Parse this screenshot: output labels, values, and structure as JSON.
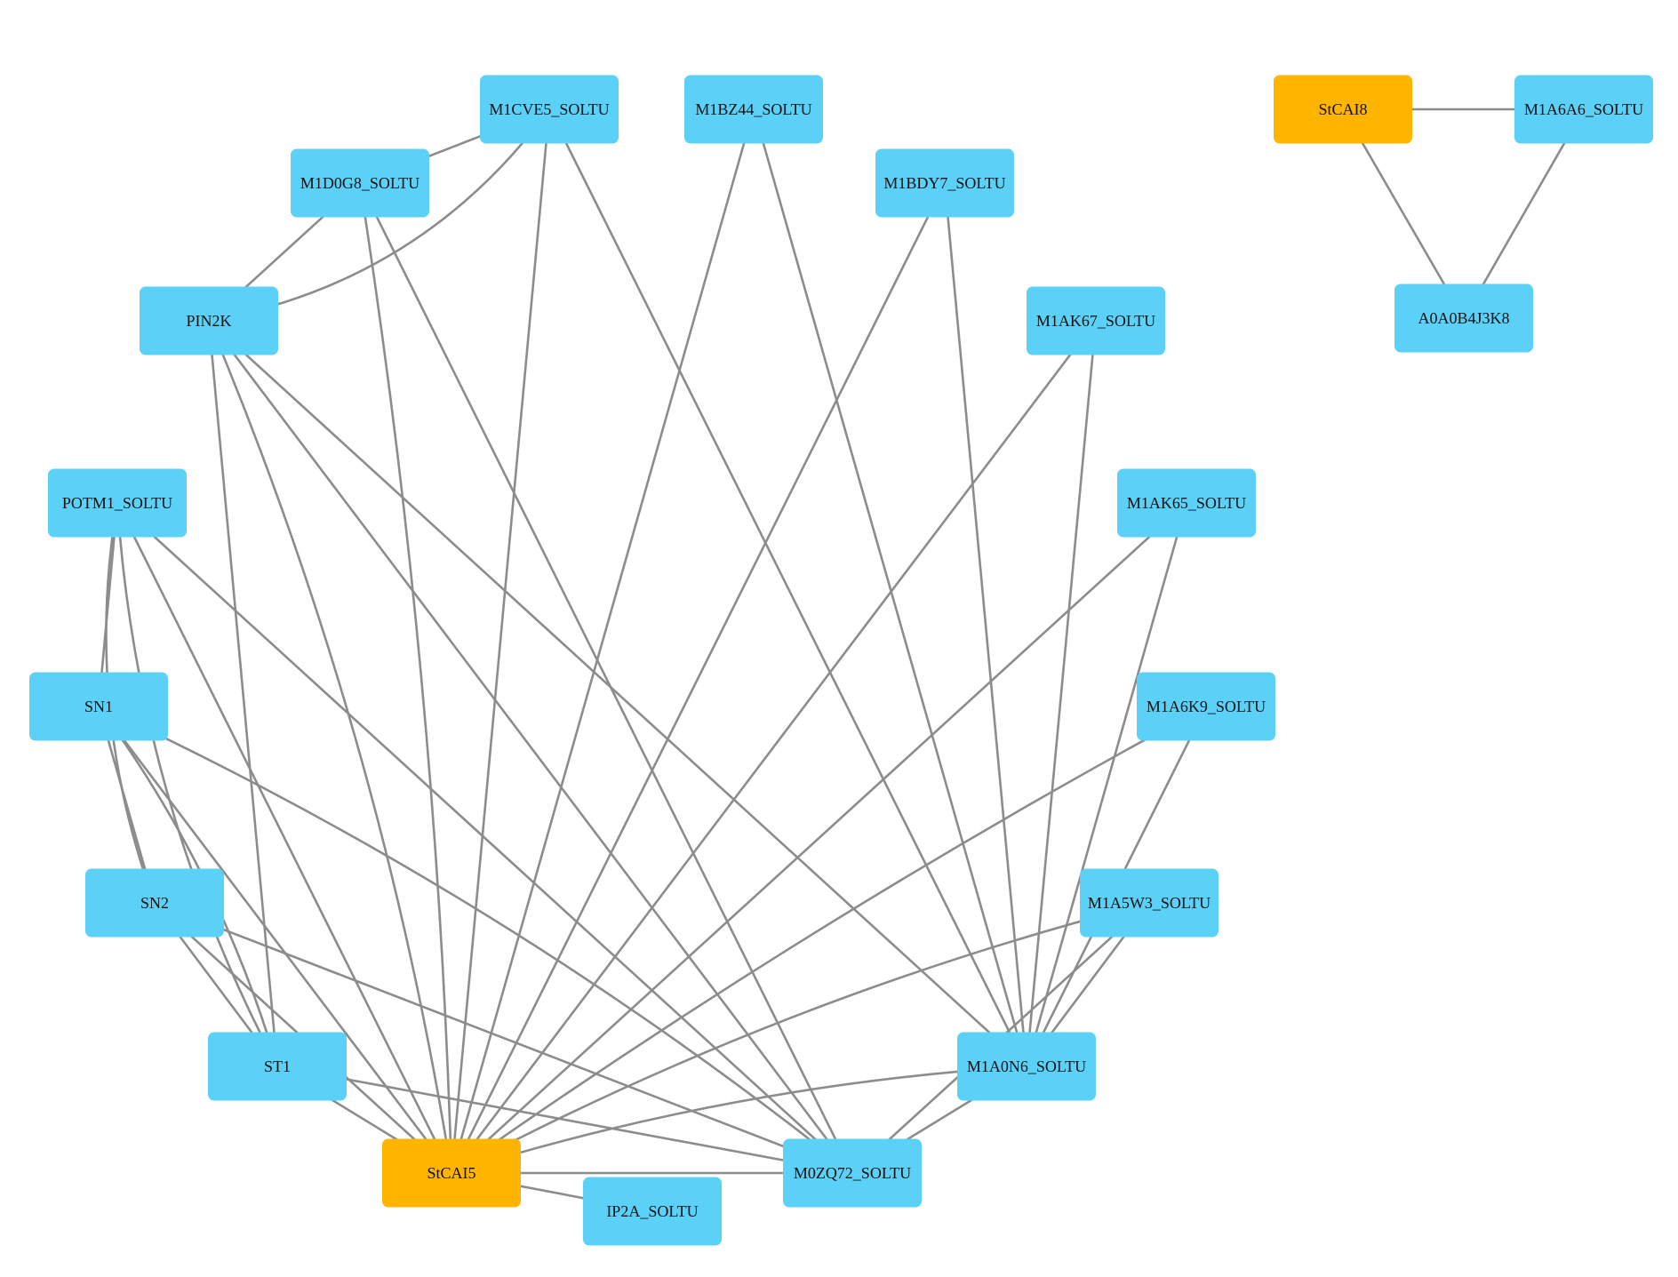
{
  "colors": {
    "hub": "#FFB400",
    "protein": "#5BD1F8",
    "edge": "#8C8C8C",
    "label": "#111111"
  },
  "nodes": [
    {
      "id": "stcai5",
      "label": "StCAI5",
      "kind": "hub"
    },
    {
      "id": "stcai8",
      "label": "StCAI8",
      "kind": "hub"
    },
    {
      "id": "m1cve5",
      "label": "M1CVE5_SOLTU",
      "kind": "protein"
    },
    {
      "id": "m1bz44",
      "label": "M1BZ44_SOLTU",
      "kind": "protein"
    },
    {
      "id": "m1d0g8",
      "label": "M1D0G8_SOLTU",
      "kind": "protein"
    },
    {
      "id": "m1bdy7",
      "label": "M1BDY7_SOLTU",
      "kind": "protein"
    },
    {
      "id": "pin2k",
      "label": "PIN2K",
      "kind": "protein"
    },
    {
      "id": "m1ak67",
      "label": "M1AK67_SOLTU",
      "kind": "protein"
    },
    {
      "id": "potm1",
      "label": "POTM1_SOLTU",
      "kind": "protein"
    },
    {
      "id": "m1ak65",
      "label": "M1AK65_SOLTU",
      "kind": "protein"
    },
    {
      "id": "sn1",
      "label": "SN1",
      "kind": "protein"
    },
    {
      "id": "m1a6k9",
      "label": "M1A6K9_SOLTU",
      "kind": "protein"
    },
    {
      "id": "sn2",
      "label": "SN2",
      "kind": "protein"
    },
    {
      "id": "m1a5w3",
      "label": "M1A5W3_SOLTU",
      "kind": "protein"
    },
    {
      "id": "st1",
      "label": "ST1",
      "kind": "protein"
    },
    {
      "id": "m1a0n6",
      "label": "M1A0N6_SOLTU",
      "kind": "protein"
    },
    {
      "id": "m0zq72",
      "label": "M0ZQ72_SOLTU",
      "kind": "protein"
    },
    {
      "id": "ip2a",
      "label": "IP2A_SOLTU",
      "kind": "protein"
    },
    {
      "id": "m1a6a6",
      "label": "M1A6A6_SOLTU",
      "kind": "protein"
    },
    {
      "id": "a0a0b4j3k8",
      "label": "A0A0B4J3K8",
      "kind": "protein"
    }
  ],
  "edges": [
    [
      "stcai5",
      "m1cve5"
    ],
    [
      "stcai5",
      "m1bz44"
    ],
    [
      "stcai5",
      "m1d0g8"
    ],
    [
      "stcai5",
      "m1bdy7"
    ],
    [
      "stcai5",
      "pin2k"
    ],
    [
      "stcai5",
      "m1ak67"
    ],
    [
      "stcai5",
      "potm1"
    ],
    [
      "stcai5",
      "m1ak65"
    ],
    [
      "stcai5",
      "sn1"
    ],
    [
      "stcai5",
      "m1a6k9"
    ],
    [
      "stcai5",
      "sn2"
    ],
    [
      "stcai5",
      "m1a5w3"
    ],
    [
      "stcai5",
      "st1"
    ],
    [
      "stcai5",
      "m1a0n6"
    ],
    [
      "stcai5",
      "m0zq72"
    ],
    [
      "stcai5",
      "ip2a"
    ],
    [
      "m1cve5",
      "m1d0g8"
    ],
    [
      "m1cve5",
      "pin2k"
    ],
    [
      "m1cve5",
      "m1a0n6"
    ],
    [
      "m1bz44",
      "m1a0n6"
    ],
    [
      "m1bdy7",
      "m1a0n6"
    ],
    [
      "m1ak67",
      "m1a0n6"
    ],
    [
      "m1ak65",
      "m1a0n6"
    ],
    [
      "m1a6k9",
      "m1a0n6"
    ],
    [
      "m1a5w3",
      "m1a0n6"
    ],
    [
      "m1d0g8",
      "pin2k"
    ],
    [
      "m1d0g8",
      "m0zq72"
    ],
    [
      "pin2k",
      "m1a0n6"
    ],
    [
      "pin2k",
      "m0zq72"
    ],
    [
      "pin2k",
      "st1"
    ],
    [
      "potm1",
      "sn1"
    ],
    [
      "potm1",
      "sn2"
    ],
    [
      "potm1",
      "st1"
    ],
    [
      "potm1",
      "m0zq72"
    ],
    [
      "sn1",
      "sn2"
    ],
    [
      "sn1",
      "st1"
    ],
    [
      "sn1",
      "m0zq72"
    ],
    [
      "sn2",
      "st1"
    ],
    [
      "sn2",
      "m0zq72"
    ],
    [
      "st1",
      "m0zq72"
    ],
    [
      "m1a0n6",
      "m0zq72"
    ],
    [
      "m0zq72",
      "m1a5w3"
    ],
    [
      "stcai8",
      "m1a6a6"
    ],
    [
      "stcai8",
      "a0a0b4j3k8"
    ],
    [
      "m1a6a6",
      "a0a0b4j3k8"
    ]
  ]
}
